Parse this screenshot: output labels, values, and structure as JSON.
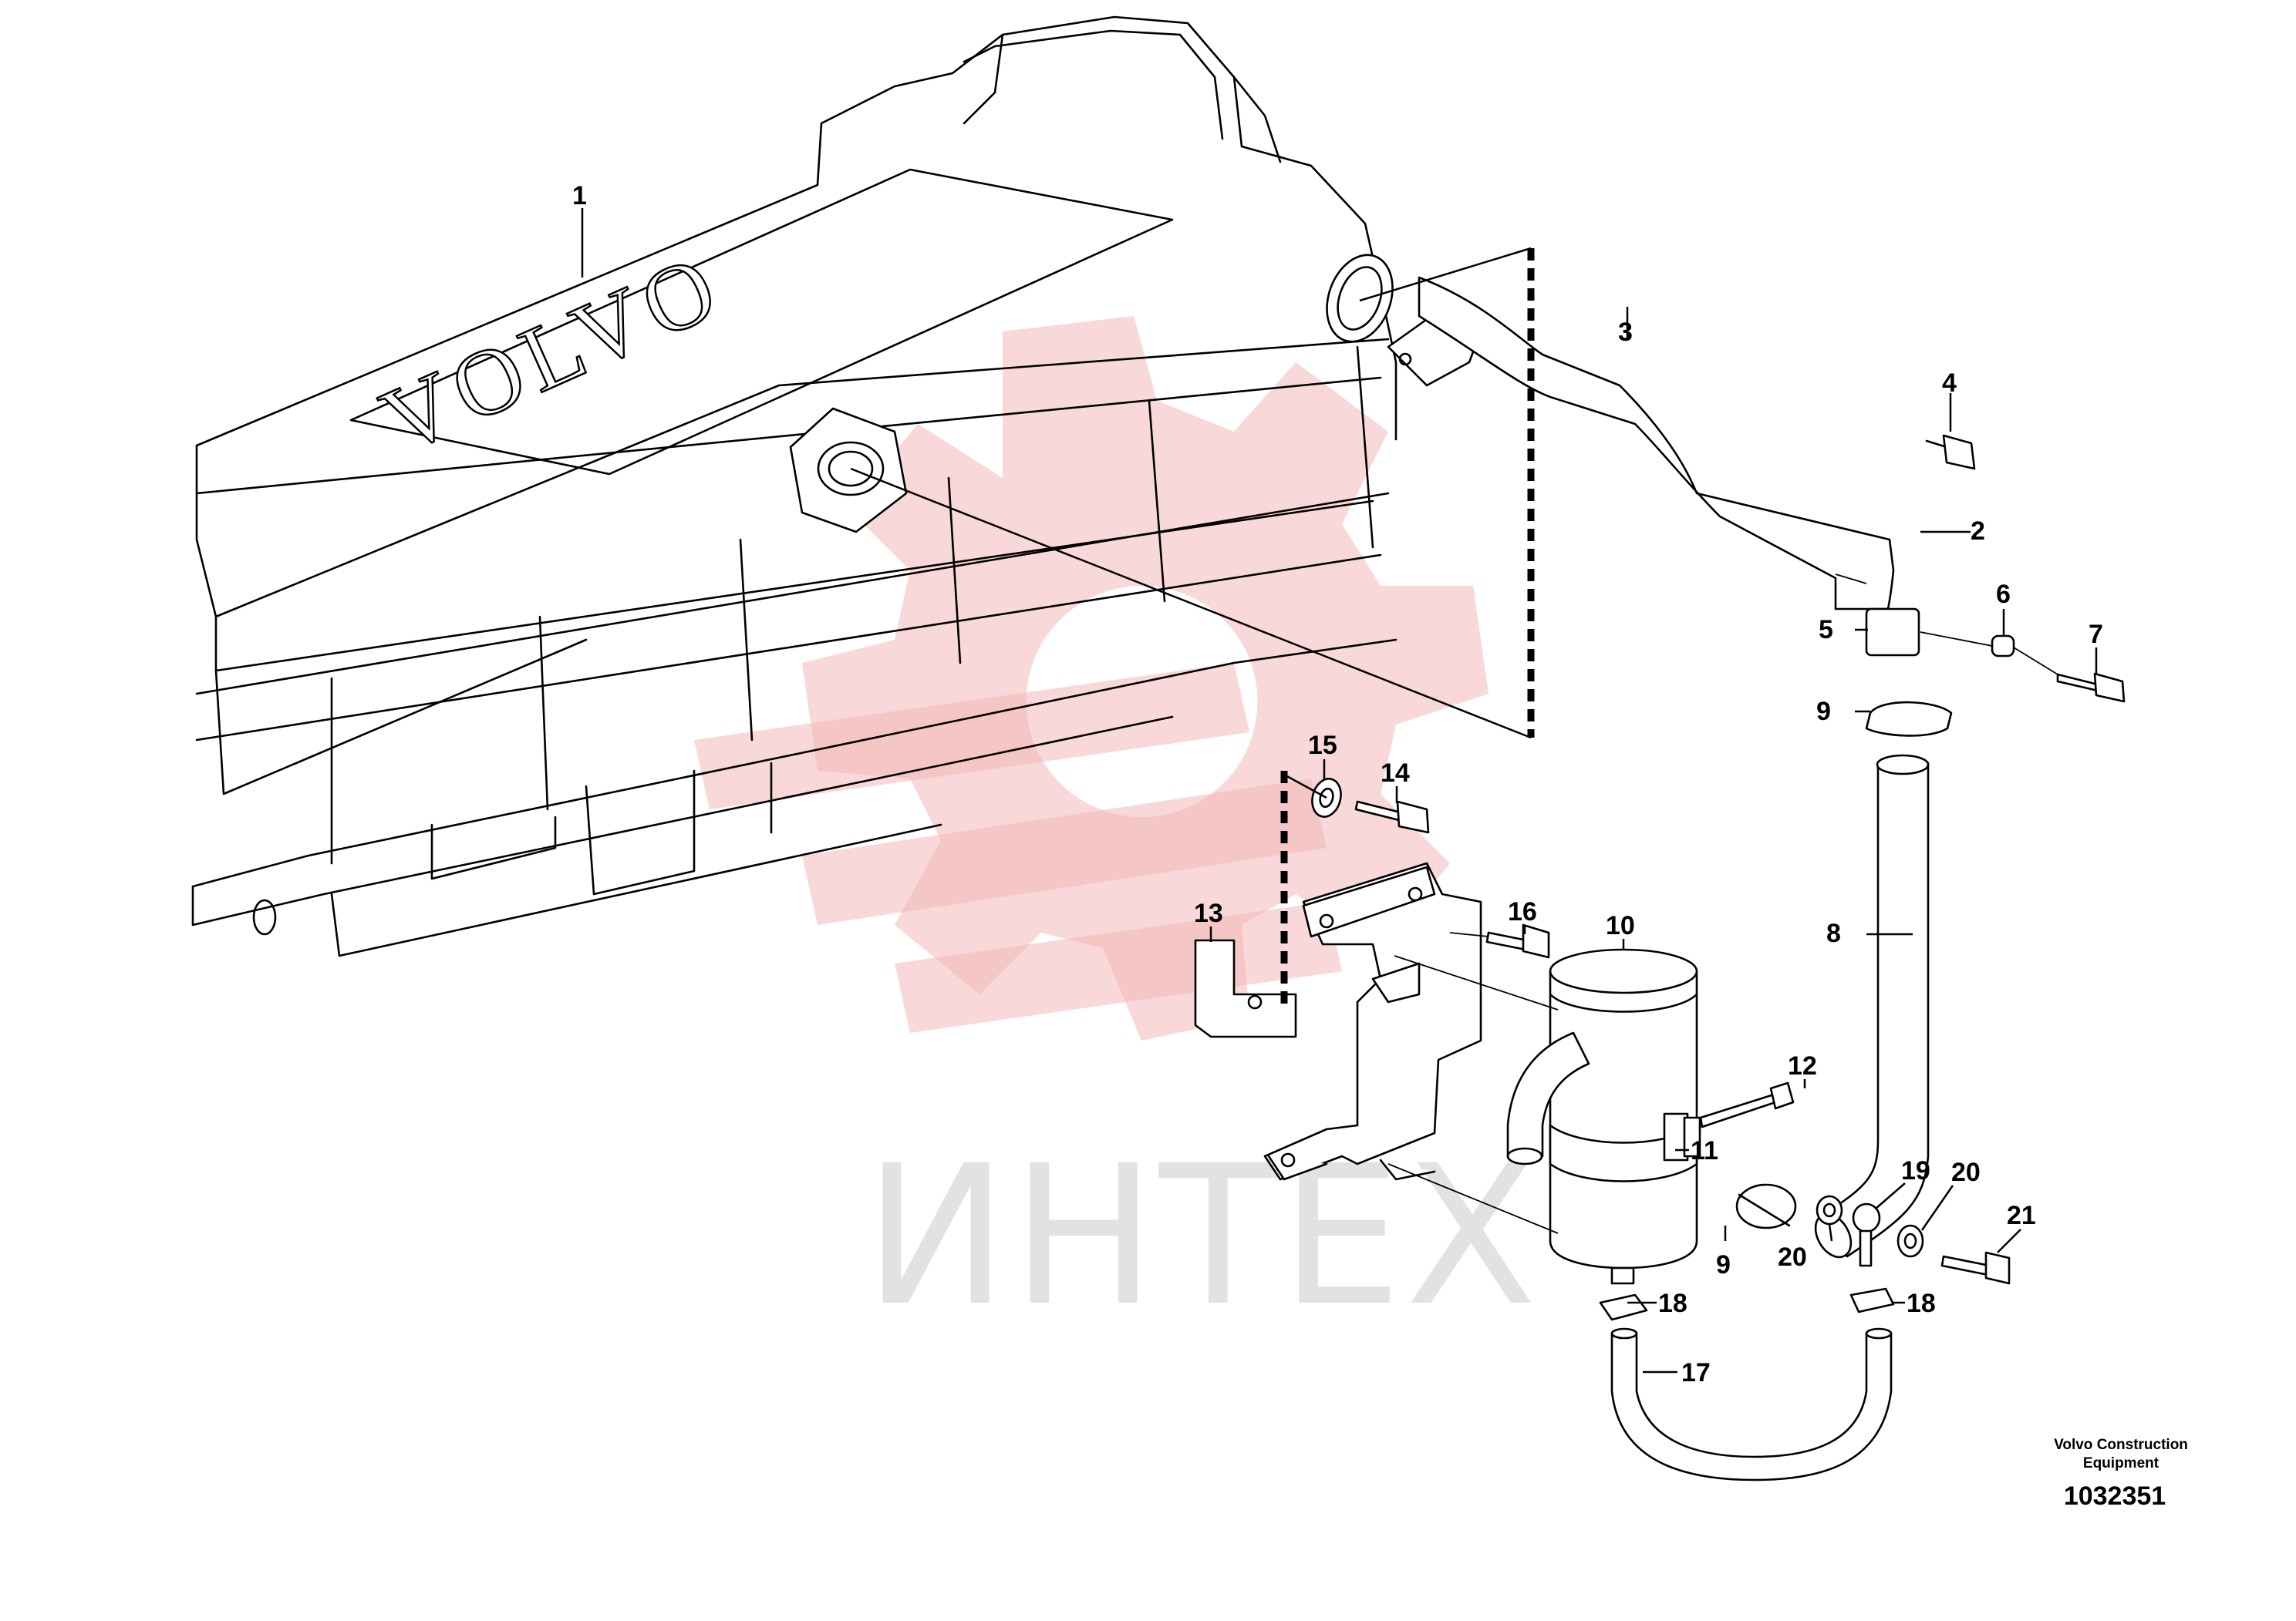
{
  "watermark": {
    "text": "ИНТЕХ"
  },
  "engine": {
    "cover_logo": "VOLVO"
  },
  "credit": {
    "line1": "Volvo Construction",
    "line2": "Equipment"
  },
  "document_number": "1032351",
  "callouts": [
    {
      "id": "c1",
      "label": "1"
    },
    {
      "id": "c2",
      "label": "2"
    },
    {
      "id": "c3",
      "label": "3"
    },
    {
      "id": "c4",
      "label": "4"
    },
    {
      "id": "c5",
      "label": "5"
    },
    {
      "id": "c6",
      "label": "6"
    },
    {
      "id": "c7",
      "label": "7"
    },
    {
      "id": "c8",
      "label": "8"
    },
    {
      "id": "c9a",
      "label": "9"
    },
    {
      "id": "c9b",
      "label": "9"
    },
    {
      "id": "c10",
      "label": "10"
    },
    {
      "id": "c11",
      "label": "11"
    },
    {
      "id": "c12",
      "label": "12"
    },
    {
      "id": "c13",
      "label": "13"
    },
    {
      "id": "c14",
      "label": "14"
    },
    {
      "id": "c15",
      "label": "15"
    },
    {
      "id": "c16",
      "label": "16"
    },
    {
      "id": "c17",
      "label": "17"
    },
    {
      "id": "c18a",
      "label": "18"
    },
    {
      "id": "c18b",
      "label": "18"
    },
    {
      "id": "c19",
      "label": "19"
    },
    {
      "id": "c20a",
      "label": "20"
    },
    {
      "id": "c20b",
      "label": "20"
    },
    {
      "id": "c21",
      "label": "21"
    }
  ]
}
